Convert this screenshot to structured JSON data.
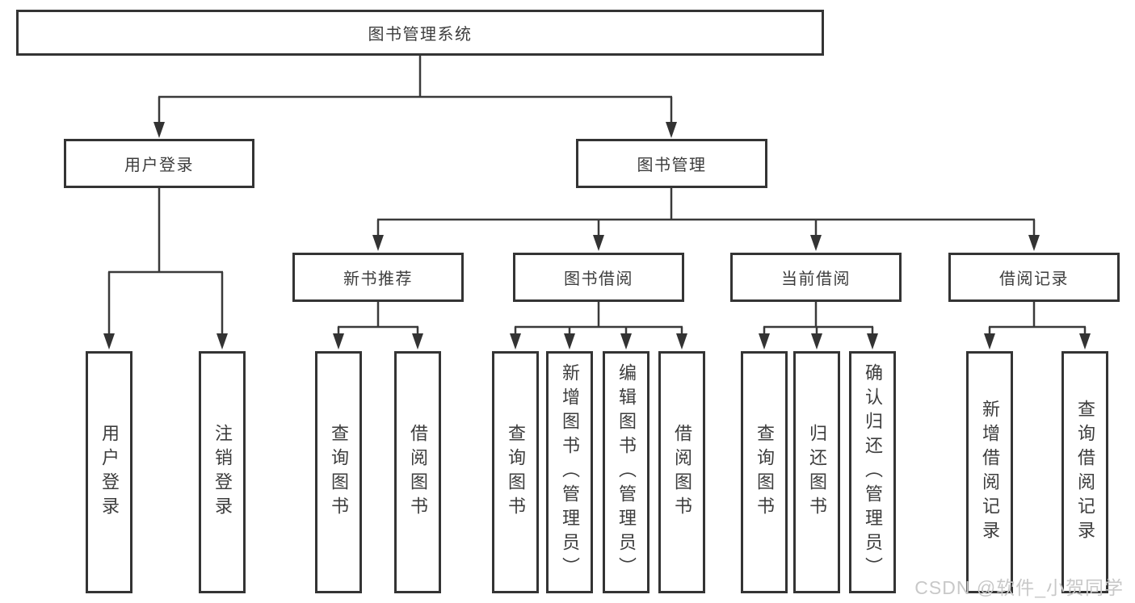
{
  "colors": {
    "background": "#ffffff",
    "line": "#3a3a3a",
    "box_border": "#343434",
    "text": "#3d3d3d",
    "watermark": "#c8c8c8"
  },
  "watermark": "CSDN @软件_小贺同学",
  "tree": {
    "label": "图书管理系统",
    "children": [
      {
        "label": "用户登录",
        "children": [
          {
            "label": "用户登录"
          },
          {
            "label": "注销登录"
          }
        ]
      },
      {
        "label": "图书管理",
        "children": [
          {
            "label": "新书推荐",
            "children": [
              {
                "label": "查询图书"
              },
              {
                "label": "借阅图书"
              }
            ]
          },
          {
            "label": "图书借阅",
            "children": [
              {
                "label": "查询图书"
              },
              {
                "label": "新增图书（管理员）"
              },
              {
                "label": "编辑图书（管理员）"
              },
              {
                "label": "借阅图书"
              }
            ]
          },
          {
            "label": "当前借阅",
            "children": [
              {
                "label": "查询图书"
              },
              {
                "label": "归还图书"
              },
              {
                "label": "确认归还（管理员）"
              }
            ]
          },
          {
            "label": "借阅记录",
            "children": [
              {
                "label": "新增借阅记录"
              },
              {
                "label": "查询借阅记录"
              }
            ]
          }
        ]
      }
    ]
  }
}
